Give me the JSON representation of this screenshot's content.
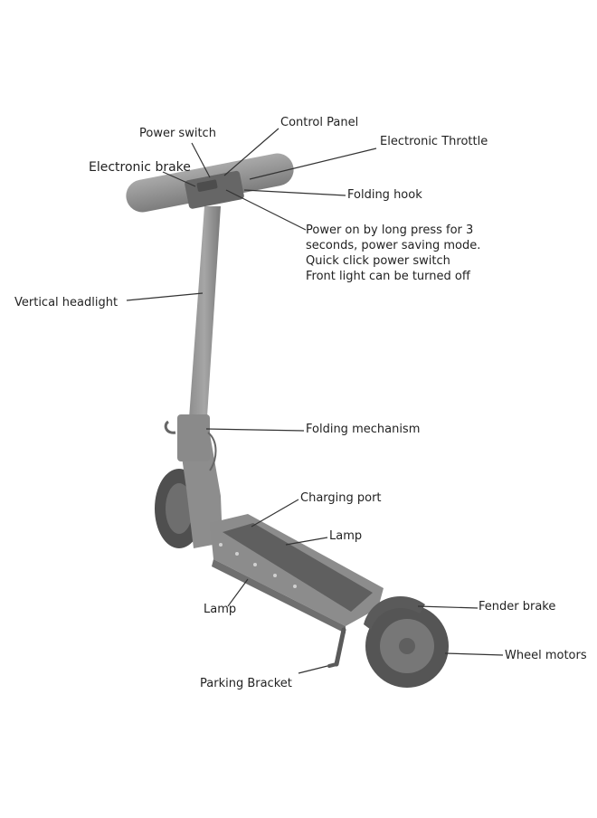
{
  "labels": {
    "control_panel": "Control Panel",
    "power_switch": "Power switch",
    "electronic_throttle": "Electronic Throttle",
    "electronic_brake": "Electronic brake",
    "folding_hook": "Folding hook",
    "vertical_headlight": "Vertical headlight",
    "folding_mechanism": "Folding mechanism",
    "charging_port": "Charging port",
    "lamp_deck": "Lamp",
    "lamp_side": "Lamp",
    "fender_brake": "Fender brake",
    "wheel_motors": "Wheel motors",
    "parking_bracket": "Parking Bracket"
  },
  "power_note": [
    "Power on by long press for 3",
    "seconds, power saving mode.",
    "Quick click power switch",
    "Front light can be turned off"
  ]
}
